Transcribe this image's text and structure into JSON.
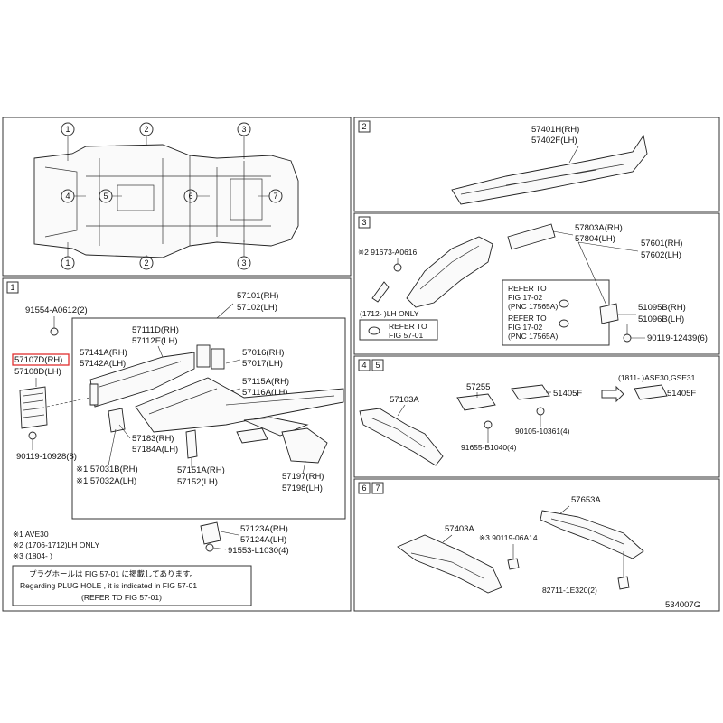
{
  "figure_id": "534007G",
  "sections": {
    "s1": "1",
    "s2": "2",
    "s3": "3",
    "s4": "4",
    "s5": "5",
    "s6": "6",
    "s7": "7"
  },
  "overview": {
    "markers": [
      "1",
      "2",
      "3",
      "4",
      "5",
      "6",
      "7"
    ]
  },
  "section1": {
    "p57101": "57101(RH)",
    "p57102": "57102(LH)",
    "p91554": "91554-A0612(2)",
    "p57107D": "57107D(RH)",
    "p57108D": "57108D(LH)",
    "p57141A": "57141A(RH)",
    "p57142A": "57142A(LH)",
    "p57111D": "57111D(RH)",
    "p57112E": "57112E(LH)",
    "p57016": "57016(RH)",
    "p57017": "57017(LH)",
    "p57115A": "57115A(RH)",
    "p57116A": "57116A(LH)",
    "p57183": "57183(RH)",
    "p57184A": "57184A(LH)",
    "p57031B": "※1 57031B(RH)",
    "p57032A": "※1 57032A(LH)",
    "p57151A": "57151A(RH)",
    "p57152": "57152(LH)",
    "p57197": "57197(RH)",
    "p57198": "57198(LH)",
    "p90119": "90119-10928(8)",
    "p57123A": "57123A(RH)",
    "p57124A": "57124A(LH)",
    "p91553": "91553-L1030(4)",
    "note1": "※1 AVE30",
    "note2": "※2 (1706-1712)LH ONLY",
    "note3": "※3 (1804-          )",
    "jp_note": "プラグホールは FIG 57-01 に掲載してあります。",
    "en_note": "Regarding PLUG HOLE , it is indicated in FIG 57-01",
    "refer_note": "(REFER TO FIG 57-01)"
  },
  "section2": {
    "p57401H": "57401H(RH)",
    "p57402F": "57402F(LH)"
  },
  "section3": {
    "p291673": "※2 91673-A0616",
    "lh_only": "(1712-          )LH ONLY",
    "refer57": "REFER TO",
    "refer57b": "FIG 57-01",
    "p57803A": "57803A(RH)",
    "p57804": "57804(LH)",
    "p57601": "57601(RH)",
    "p57602": "57602(LH)",
    "refer1a": "REFER TO",
    "refer1b": "FIG 17-02",
    "refer1c": "(PNC 17565A)",
    "refer2a": "REFER TO",
    "refer2b": "FIG 17-02",
    "refer2c": "(PNC 17565A)",
    "p51095B": "51095B(RH)",
    "p51096B": "51096B(LH)",
    "p90119_12439": "90119-12439(6)"
  },
  "section45": {
    "p57103A": "57103A",
    "p57255": "57255",
    "p51405F_a": "51405F",
    "p51405F_b": "51405F",
    "range": "(1811-          )ASE30,GSE31",
    "p90105": "90105-10361(4)",
    "p91655": "91655-B1040(4)"
  },
  "section67": {
    "p57653A": "57653A",
    "p57403A": "57403A",
    "p390119": "※3 90119-06A14",
    "p82711": "82711-1E320(2)"
  }
}
